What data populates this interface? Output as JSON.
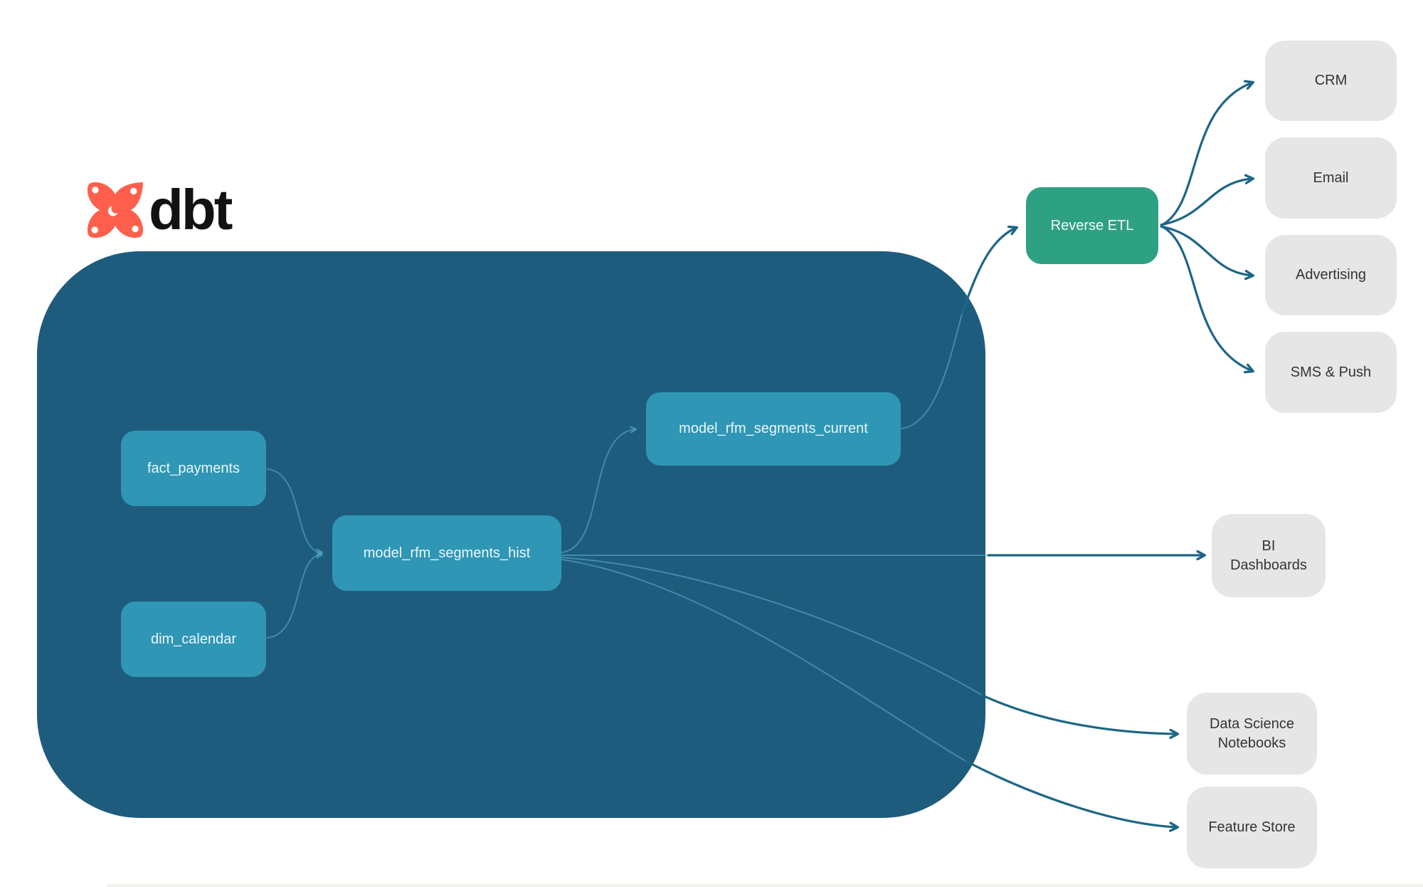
{
  "brand": {
    "name": "dbt"
  },
  "colors": {
    "dbt_orange": "#ff5f4c",
    "warehouse_teal": "#1e5c7d",
    "model_node_teal": "#3096b5",
    "reverse_etl_green": "#2fa183",
    "destination_gray": "#e6e6e6",
    "edge_dark_teal": "#1d6687",
    "edge_light_teal": "#58a8c6"
  },
  "diagram": {
    "warehouse_models": [
      {
        "id": "fact_payments",
        "label": "fact_payments"
      },
      {
        "id": "dim_calendar",
        "label": "dim_calendar"
      },
      {
        "id": "model_rfm_segments_hist",
        "label": "model_rfm_segments_hist"
      },
      {
        "id": "model_rfm_segments_current",
        "label": "model_rfm_segments_current"
      }
    ],
    "activation": {
      "label": "Reverse ETL"
    },
    "destinations": [
      {
        "id": "crm",
        "label": "CRM"
      },
      {
        "id": "email",
        "label": "Email"
      },
      {
        "id": "advertising",
        "label": "Advertising"
      },
      {
        "id": "sms_push",
        "label": "SMS & Push"
      },
      {
        "id": "bi_dashboards",
        "label": "BI Dashboards"
      },
      {
        "id": "data_science_notebooks",
        "label": "Data Science Notebooks"
      },
      {
        "id": "feature_store",
        "label": "Feature Store"
      }
    ]
  }
}
